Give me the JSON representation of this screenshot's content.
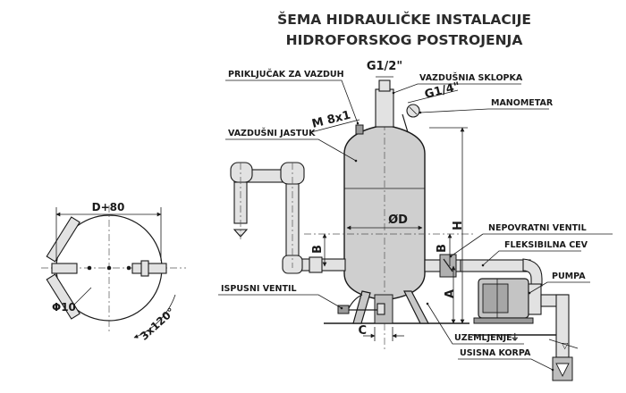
{
  "title": {
    "line1": "ŠEMA HIDRAULIČKE INSTALACIJE",
    "line2": "HIDROFORSKOG POSTROJENJA"
  },
  "labels": {
    "air_connection": "PRIKLJUČAK ZA VAZDUH",
    "air_switch": "VAZDUŠNIA SKLOPKA",
    "manometer": "MANOMETAR",
    "air_cushion": "VAZDUŠNI JASTUK",
    "check_valve": "NEPOVRATNI VENTIL",
    "flex_hose": "FLEKSIBILNA CEV",
    "pump": "PUMPA",
    "drain_valve": "ISPUSNI VENTIL",
    "grounding": "UZEMLJENJE",
    "suction_basket": "USISNA KORPA"
  },
  "dimensions": {
    "g12": "G1/2\"",
    "g14": "G1/4\"",
    "m8": "M 8x1",
    "diameter": "ØD",
    "height": "H",
    "a": "A",
    "b_left": "B",
    "b_right": "B",
    "c": "C",
    "d80": "D+80",
    "phi10": "Φ10",
    "angle": "3x120°"
  },
  "symbols": {
    "ground": "⏚"
  }
}
